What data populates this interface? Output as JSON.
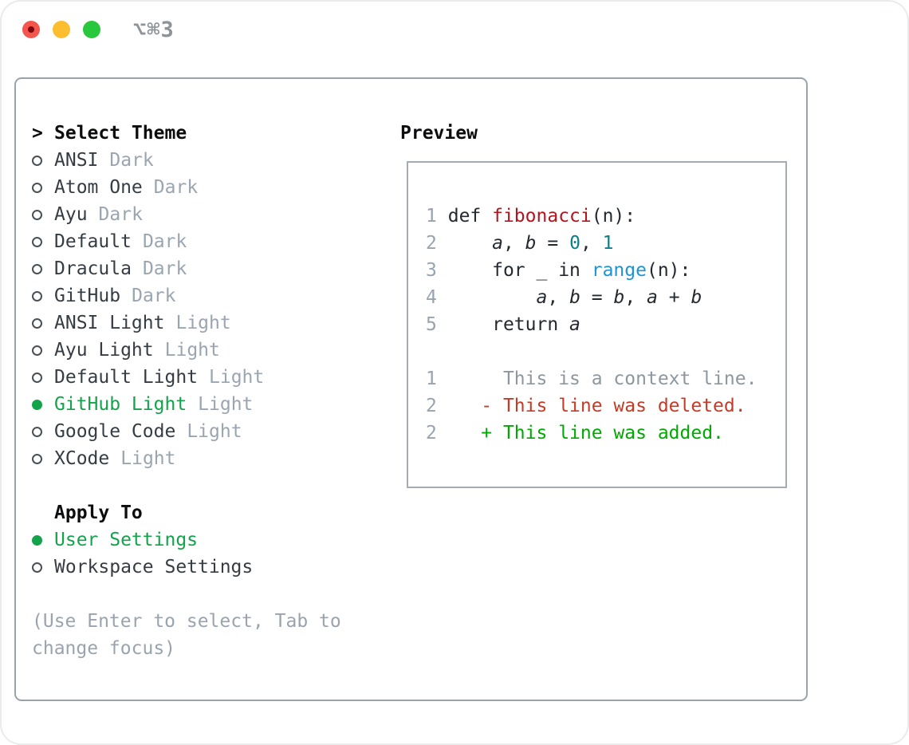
{
  "colors": {
    "selected_green": "#13a34b",
    "added_green": "#00a803",
    "deleted_red": "#c53b27",
    "func_red": "#b01520",
    "number_teal": "#0c7d89",
    "range_blue": "#1d95d1",
    "tl_red": "#f4564e",
    "tl_red_dot": "#7d070b",
    "tl_yellow": "#fcbd2f",
    "tl_green": "#29c73c"
  },
  "window": {
    "title": "⌥⌘3"
  },
  "theme_picker": {
    "header": "Select Theme",
    "header_marker": ">",
    "items": [
      {
        "label": "ANSI",
        "variant": "Dark",
        "selected": false
      },
      {
        "label": "Atom One",
        "variant": "Dark",
        "selected": false
      },
      {
        "label": "Ayu",
        "variant": "Dark",
        "selected": false
      },
      {
        "label": "Default",
        "variant": "Dark",
        "selected": false
      },
      {
        "label": "Dracula",
        "variant": "Dark",
        "selected": false
      },
      {
        "label": "GitHub",
        "variant": "Dark",
        "selected": false
      },
      {
        "label": "ANSI Light",
        "variant": "Light",
        "selected": false
      },
      {
        "label": "Ayu Light",
        "variant": "Light",
        "selected": false
      },
      {
        "label": "Default Light",
        "variant": "Light",
        "selected": false
      },
      {
        "label": "GitHub Light",
        "variant": "Light",
        "selected": true
      },
      {
        "label": "Google Code",
        "variant": "Light",
        "selected": false
      },
      {
        "label": "XCode",
        "variant": "Light",
        "selected": false
      }
    ],
    "apply_to": {
      "header": "Apply To",
      "options": [
        {
          "label": "User Settings",
          "selected": true
        },
        {
          "label": "Workspace Settings",
          "selected": false
        }
      ]
    },
    "help": "(Use Enter to select, Tab to change focus)"
  },
  "preview": {
    "header": "Preview",
    "code_lines": [
      {
        "num": "1",
        "tokens": [
          {
            "c": "p",
            "t": "def "
          },
          {
            "c": "f",
            "t": "fibonacci"
          },
          {
            "c": "p",
            "t": "(n):"
          }
        ]
      },
      {
        "num": "2",
        "tokens": [
          {
            "c": "p",
            "t": "    "
          },
          {
            "c": "v",
            "t": "a"
          },
          {
            "c": "p",
            "t": ", "
          },
          {
            "c": "v",
            "t": "b"
          },
          {
            "c": "p",
            "t": " = "
          },
          {
            "c": "n",
            "t": "0"
          },
          {
            "c": "p",
            "t": ", "
          },
          {
            "c": "n",
            "t": "1"
          }
        ]
      },
      {
        "num": "3",
        "tokens": [
          {
            "c": "p",
            "t": "    for _ in "
          },
          {
            "c": "r",
            "t": "range"
          },
          {
            "c": "p",
            "t": "(n):"
          }
        ]
      },
      {
        "num": "4",
        "tokens": [
          {
            "c": "p",
            "t": "        "
          },
          {
            "c": "v",
            "t": "a"
          },
          {
            "c": "p",
            "t": ", "
          },
          {
            "c": "v",
            "t": "b"
          },
          {
            "c": "p",
            "t": " = "
          },
          {
            "c": "v",
            "t": "b"
          },
          {
            "c": "p",
            "t": ", "
          },
          {
            "c": "v",
            "t": "a"
          },
          {
            "c": "p",
            "t": " + "
          },
          {
            "c": "v",
            "t": "b"
          }
        ]
      },
      {
        "num": "5",
        "tokens": [
          {
            "c": "p",
            "t": "    return "
          },
          {
            "c": "v",
            "t": "a"
          }
        ]
      }
    ],
    "diff_lines": [
      {
        "num": "1",
        "marker": " ",
        "text": "This is a context line.",
        "type": "context"
      },
      {
        "num": "2",
        "marker": "-",
        "text": "This line was deleted.",
        "type": "deleted"
      },
      {
        "num": "2",
        "marker": "+",
        "text": "This line was added.",
        "type": "added"
      }
    ]
  }
}
